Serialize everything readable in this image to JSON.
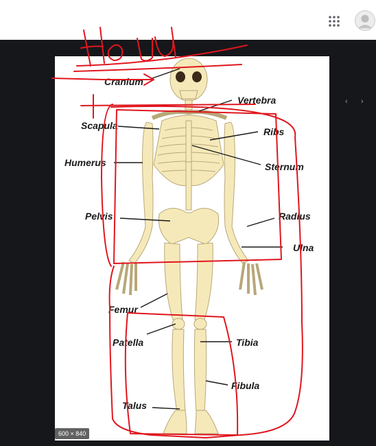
{
  "header": {
    "apps_icon": "apps-grid-icon",
    "avatar_icon": "user-avatar-icon"
  },
  "viewer": {
    "prev_glyph": "‹",
    "next_glyph": "›",
    "image_size": "600 × 840",
    "annotation_text": "Ho ud"
  },
  "labels": {
    "cranium": "Cranium",
    "vertebra": "Vertebra",
    "scapula": "Scapula",
    "ribs": "Ribs",
    "humerus": "Humerus",
    "sternum": "Sternum",
    "pelvis": "Pelvis",
    "radius": "Radius",
    "ulna": "Ulna",
    "femur": "Femur",
    "patella": "Patella",
    "tibia": "Tibia",
    "fibula": "Fibula",
    "talus": "Talus"
  },
  "colors": {
    "bone": "#f6e9b9",
    "bone_outline": "#b8a778",
    "annotation": "#e0161e",
    "viewer_bg": "#16171b"
  }
}
